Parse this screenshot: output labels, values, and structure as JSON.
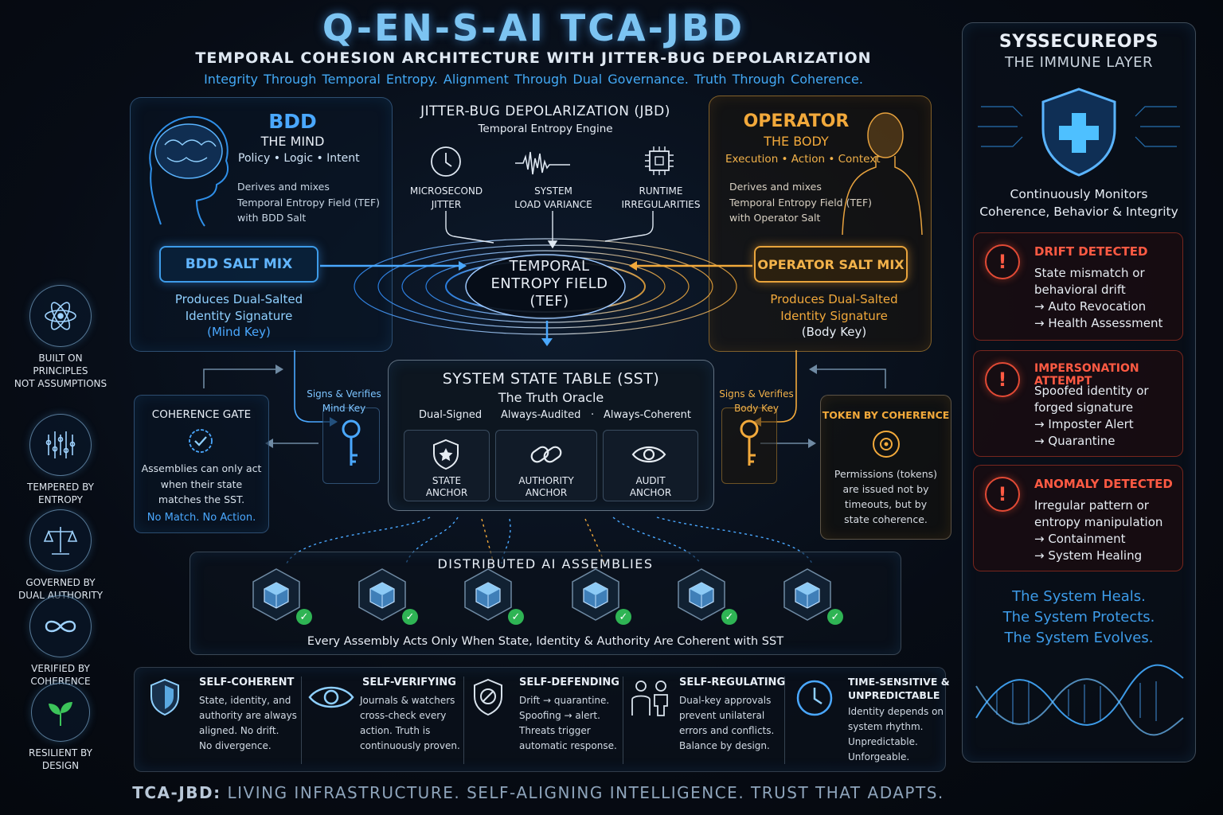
{
  "header": {
    "title": "Q-EN-S-AI TCA-JBD",
    "subtitle": "TEMPORAL COHESION ARCHITECTURE WITH JITTER-BUG DEPOLARIZATION",
    "tagline": "Integrity Through Temporal Entropy.   Alignment Through Dual Governance.   Truth Through Coherence."
  },
  "sidebar": {
    "items": [
      {
        "icon": "atom-icon",
        "label_1": "BUILT ON",
        "label_2": "PRINCIPLES",
        "label_3": "NOT ASSUMPTIONS"
      },
      {
        "icon": "circuit-icon",
        "label_1": "TEMPERED BY",
        "label_2": "ENTROPY"
      },
      {
        "icon": "scales-icon",
        "label_1": "GOVERNED BY",
        "label_2": "DUAL AUTHORITY"
      },
      {
        "icon": "infinity-icon",
        "label_1": "VERIFIED BY",
        "label_2": "COHERENCE"
      },
      {
        "icon": "sprout-icon",
        "label_1": "RESILIENT BY",
        "label_2": "DESIGN"
      }
    ]
  },
  "bdd": {
    "title": "BDD",
    "subtitle": "THE MIND",
    "roles": "Policy • Logic • Intent",
    "desc_1": "Derives and mixes",
    "desc_2": "Temporal Entropy Field (TEF)",
    "desc_3": "with BDD Salt",
    "salt": "BDD SALT MIX",
    "produces_1": "Produces Dual-Salted",
    "produces_2": "Identity Signature",
    "produces_3": "(Mind Key)"
  },
  "operator": {
    "title": "OPERATOR",
    "subtitle": "THE BODY",
    "roles": "Execution • Action • Context",
    "desc_1": "Derives and mixes",
    "desc_2": "Temporal Entropy Field (TEF)",
    "desc_3": "with Operator Salt",
    "salt": "OPERATOR SALT MIX",
    "produces_1": "Produces Dual-Salted",
    "produces_2": "Identity Signature",
    "produces_3": "(Body Key)"
  },
  "jbd": {
    "title": "JITTER-BUG DEPOLARIZATION (JBD)",
    "subtitle": "Temporal Entropy Engine",
    "sources": [
      {
        "icon": "clock-icon",
        "l1": "MICROSECOND",
        "l2": "JITTER"
      },
      {
        "icon": "waveform-icon",
        "l1": "SYSTEM",
        "l2": "LOAD VARIANCE"
      },
      {
        "icon": "chip-icon",
        "l1": "RUNTIME",
        "l2": "IRREGULARITIES"
      }
    ],
    "tef_1": "TEMPORAL",
    "tef_2": "ENTROPY FIELD",
    "tef_3": "(TEF)"
  },
  "sst": {
    "title": "SYSTEM STATE TABLE (SST)",
    "subtitle": "The Truth Oracle",
    "tag_1": "Dual-Signed",
    "tag_2": "Always-Audited",
    "sep": "·",
    "tag_3": "Always-Coherent",
    "anchors": [
      {
        "icon": "shield-star-icon",
        "l1": "STATE",
        "l2": "ANCHOR"
      },
      {
        "icon": "chain-link-icon",
        "l1": "AUTHORITY",
        "l2": "ANCHOR"
      },
      {
        "icon": "eye-icon",
        "l1": "AUDIT",
        "l2": "ANCHOR"
      }
    ]
  },
  "mind_key": {
    "l1": "Signs & Verifies",
    "l2": "Mind Key"
  },
  "body_key": {
    "l1": "Signs & Verifies",
    "l2": "Body Key"
  },
  "gate": {
    "title": "COHERENCE GATE",
    "b1": "Assemblies can only act",
    "b2": "when their state",
    "b3": "matches the SST.",
    "emph": "No Match. No Action."
  },
  "token": {
    "title": "TOKEN BY COHERENCE",
    "b1": "Permissions (tokens)",
    "b2": "are issued not by",
    "b3": "timeouts, but by",
    "b4": "state coherence."
  },
  "assemblies": {
    "title": "DISTRIBUTED AI ASSEMBLIES",
    "count": 6,
    "caption": "Every Assembly Acts Only When State, Identity & Authority Are Coherent with SST"
  },
  "principles": [
    {
      "icon": "shield-icon",
      "title": "SELF-COHERENT",
      "b": [
        "State, identity, and",
        "authority are always",
        "aligned.  No drift.",
        "No divergence."
      ]
    },
    {
      "icon": "eye-icon",
      "title": "SELF-VERIFYING",
      "b": [
        "Journals & watchers",
        "cross-check every",
        "action.  Truth is",
        "continuously proven."
      ]
    },
    {
      "icon": "shield-slash-icon",
      "title": "SELF-DEFENDING",
      "b": [
        "Drift → quarantine.",
        "Spoofing → alert.",
        "Threats trigger",
        "automatic response."
      ]
    },
    {
      "icon": "people-icon",
      "title": "SELF-REGULATING",
      "b": [
        "Dual-key approvals",
        "prevent unilateral",
        "errors and conflicts.",
        "Balance by design."
      ]
    },
    {
      "icon": "clock-icon",
      "title": "TIME-SENSITIVE &",
      "title2": "UNPREDICTABLE",
      "b": [
        "Identity depends on",
        "system rhythm.",
        "Unpredictable.",
        "Unforgeable."
      ]
    }
  ],
  "ops": {
    "title": "SYSSECUREOPS",
    "subtitle": "THE IMMUNE LAYER",
    "monitor_1": "Continuously Monitors",
    "monitor_2": "Coherence, Behavior & Integrity",
    "alerts": [
      {
        "title": "DRIFT DETECTED",
        "l1": "State mismatch or",
        "l2": "behavioral drift",
        "l3": "→ Auto Revocation",
        "l4": "→ Health Assessment"
      },
      {
        "title": "IMPERSONATION ATTEMPT",
        "l1": "Spoofed identity or",
        "l2": "forged signature",
        "l3": "→ Imposter Alert",
        "l4": "→ Quarantine"
      },
      {
        "title": "ANOMALY DETECTED",
        "l1": "Irregular pattern or",
        "l2": "entropy manipulation",
        "l3": "→ Containment",
        "l4": "→ System Healing"
      }
    ],
    "heal_1": "The System Heals.",
    "heal_2": "The System Protects.",
    "heal_3": "The System Evolves."
  },
  "footer": {
    "brand": "TCA-JBD:",
    "text": " LIVING INFRASTRUCTURE.  SELF-ALIGNING INTELLIGENCE.  TRUST THAT ADAPTS."
  },
  "colors": {
    "accent_blue": "#4aa8ff",
    "accent_gold": "#f2a93b",
    "alert_red": "#ff5a43",
    "ok_green": "#2fb454"
  }
}
